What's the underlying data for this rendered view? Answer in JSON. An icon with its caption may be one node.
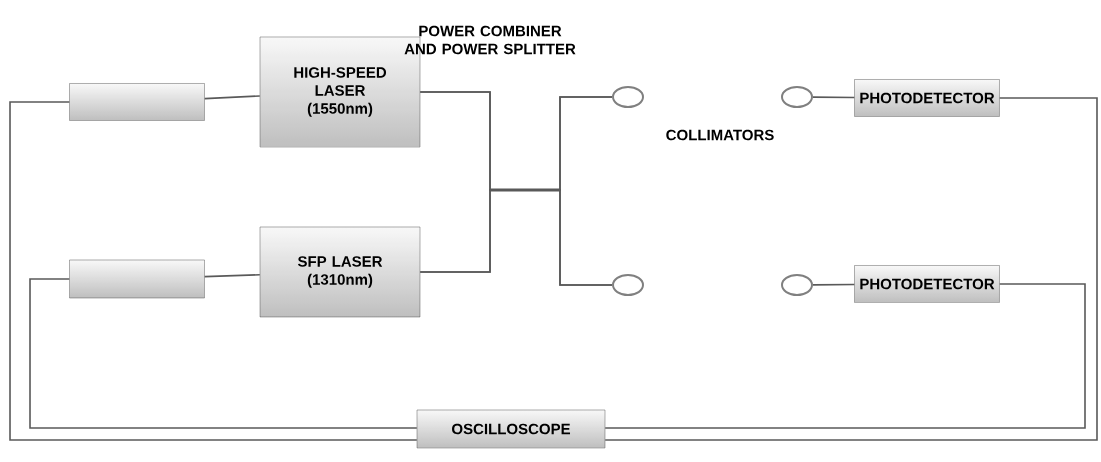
{
  "diagram": {
    "nodes": [
      {
        "text": [],
        "shape": "box"
      },
      {
        "text": [
          "HIGH-SPEED LASER (1550nm)"
        ]
      },
      {
        "text": [],
        "shape": "box"
      },
      {
        "text": [
          "SFP LASER (1310nm)"
        ]
      },
      {
        "text": [],
        "shape": "circle"
      },
      {
        "text": [],
        "shape": "circle"
      },
      {
        "text": [],
        "shape": "circle"
      },
      {
        "text": [],
        "shape": "circle"
      },
      {
        "text": [
          "PHOTODETECTOR"
        ]
      },
      {
        "text": [
          "PHOTODETECTOR"
        ]
      },
      {
        "text": [
          "OSCILLOSCOPE"
        ]
      }
    ],
    "edges": [
      {
        "from": 0,
        "to": 1,
        "arrow": "none"
      },
      {
        "from": 2,
        "to": 3,
        "arrow": "none"
      },
      {
        "from": 1,
        "to": 4,
        "arrow": "none"
      },
      {
        "from": 1,
        "to": 5,
        "arrow": "none"
      },
      {
        "from": 3,
        "to": 4,
        "arrow": "none"
      },
      {
        "from": 3,
        "to": 5,
        "arrow": "none"
      },
      {
        "from": 6,
        "to": 8,
        "arrow": "none"
      },
      {
        "from": 7,
        "to": 9,
        "arrow": "none"
      },
      {
        "from": 0,
        "to": 10,
        "arrow": "none"
      },
      {
        "from": 2,
        "to": 10,
        "arrow": "none"
      },
      {
        "from": 8,
        "to": 10,
        "arrow": "none"
      },
      {
        "from": 9,
        "to": 10,
        "arrow": "none"
      }
    ],
    "labels": [
      "POWER COMBINER AND POWER SPLITTER",
      "COLLIMATORS"
    ]
  }
}
